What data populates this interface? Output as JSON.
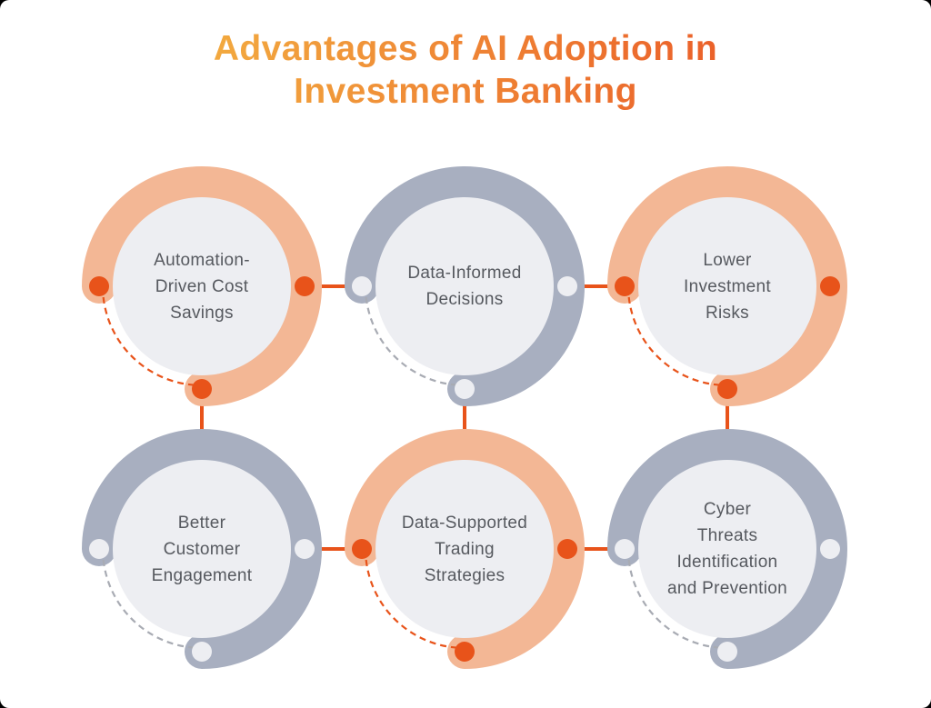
{
  "title": {
    "text": "Advantages of AI Adoption in Investment Banking",
    "lines": [
      "Advantages of AI Adoption in",
      "Investment Banking"
    ]
  },
  "nodes": [
    {
      "id": "automation-driven-cost-savings",
      "label": "Automation-Driven Cost Savings",
      "label_lines": [
        "Automation-",
        "Driven Cost",
        "Savings"
      ],
      "theme": "salmon"
    },
    {
      "id": "data-informed-decisions",
      "label": "Data-Informed Decisions",
      "label_lines": [
        "Data-Informed",
        "Decisions"
      ],
      "theme": "gray"
    },
    {
      "id": "lower-investment-risks",
      "label": "Lower Investment Risks",
      "label_lines": [
        "Lower",
        "Investment",
        "Risks"
      ],
      "theme": "salmon"
    },
    {
      "id": "better-customer-engagement",
      "label": "Better Customer Engagement",
      "label_lines": [
        "Better",
        "Customer",
        "Engagement"
      ],
      "theme": "gray"
    },
    {
      "id": "data-supported-trading-strategies",
      "label": "Data-Supported Trading Strategies",
      "label_lines": [
        "Data-Supported",
        "Trading",
        "Strategies"
      ],
      "theme": "salmon"
    },
    {
      "id": "cyber-threats-identification-and-prevention",
      "label": "Cyber Threats Identification and Prevention",
      "label_lines": [
        "Cyber",
        "Threats",
        "Identification",
        "and Prevention"
      ],
      "theme": "gray"
    }
  ],
  "connections": [
    {
      "from": "automation-driven-cost-savings",
      "to": "data-informed-decisions",
      "direction": "horizontal"
    },
    {
      "from": "data-informed-decisions",
      "to": "lower-investment-risks",
      "direction": "horizontal"
    },
    {
      "from": "better-customer-engagement",
      "to": "data-supported-trading-strategies",
      "direction": "horizontal"
    },
    {
      "from": "data-supported-trading-strategies",
      "to": "cyber-threats-identification-and-prevention",
      "direction": "horizontal"
    },
    {
      "from": "automation-driven-cost-savings",
      "to": "better-customer-engagement",
      "direction": "vertical"
    },
    {
      "from": "data-informed-decisions",
      "to": "data-supported-trading-strategies",
      "direction": "vertical"
    },
    {
      "from": "lower-investment-risks",
      "to": "cyber-threats-identification-and-prevention",
      "direction": "vertical"
    }
  ],
  "colors": {
    "page_bg": "#000000",
    "card_bg": "#ffffff",
    "title_gradient_start": "#F2A93F",
    "title_gradient_end": "#EB612A",
    "salmon_ring": "#F3B795",
    "gray_ring": "#A8AFC0",
    "inner_circle": "#EDEEF2",
    "accent_orange": "#E8531A",
    "white_dot": "#EDEEF2",
    "gray_dash": "#A8ABB3",
    "label_text": "#56595F"
  }
}
